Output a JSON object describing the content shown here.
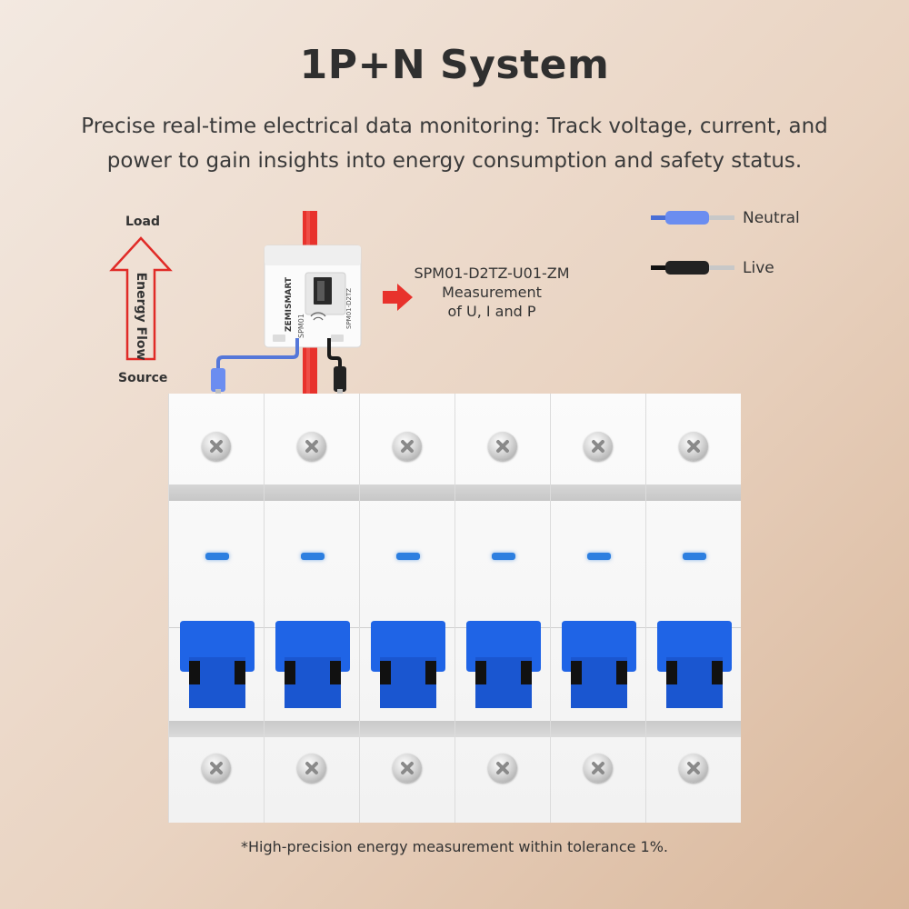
{
  "header": {
    "title": "1P+N System",
    "subtitle": "Precise real-time electrical data monitoring: Track voltage, current, and power to gain insights into energy consumption and safety status."
  },
  "flow": {
    "load_label": "Load",
    "source_label": "Source",
    "direction_label": "Energy Flow"
  },
  "device": {
    "brand": "ZEMISMART",
    "model_short": "SPM01",
    "model_side": "SPM01-D2TZ",
    "model_full": "SPM01-D2TZ-U01-ZM",
    "measurement_line1": "Measurement",
    "measurement_line2": "of U, I and P"
  },
  "legend": [
    {
      "label": "Neutral",
      "color": "#4a6fd6"
    },
    {
      "label": "Live",
      "color": "#1a1a1a"
    }
  ],
  "breakers": {
    "count": 6,
    "lever_color": "#1f64e6",
    "led_color": "#2d7fe0"
  },
  "colors": {
    "live_wire": "#e8322c",
    "arrow_outline": "#e02b27"
  },
  "footnote": "*High-precision energy measurement within tolerance 1%."
}
